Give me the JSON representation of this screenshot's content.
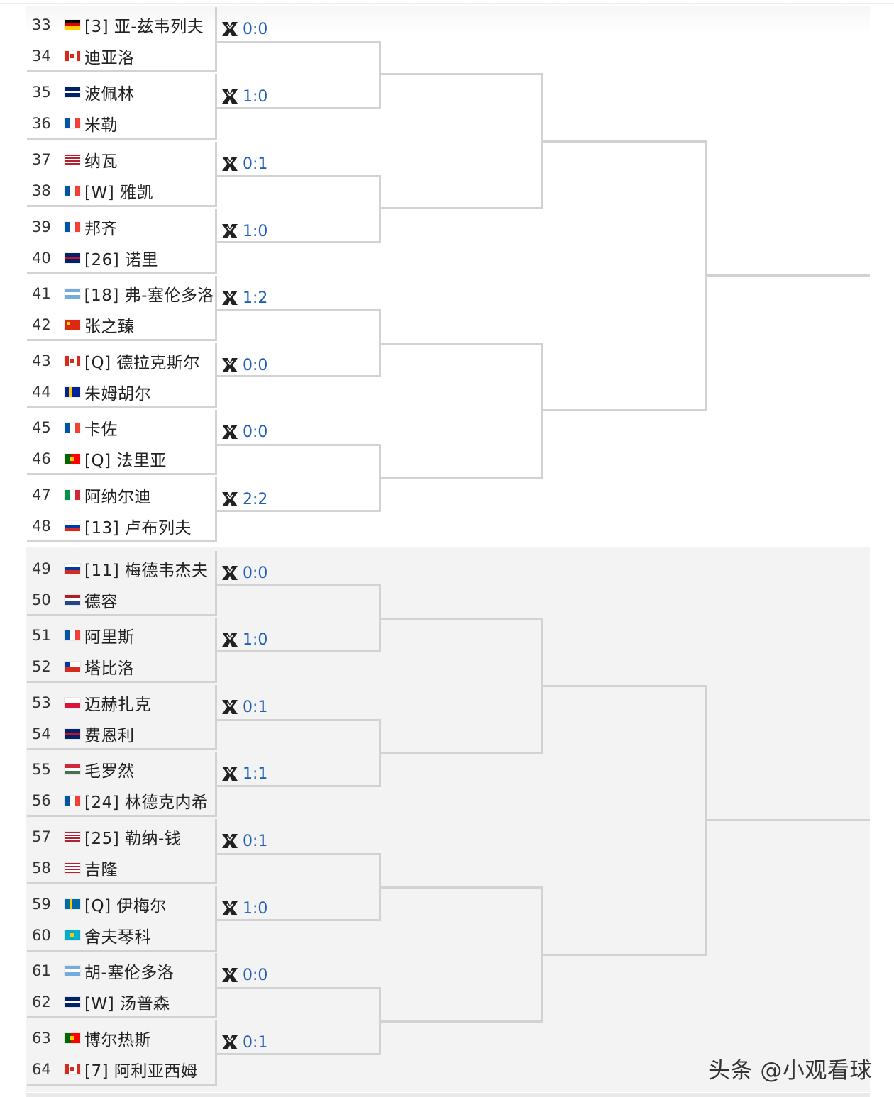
{
  "players": [
    {
      "seed_no": "33",
      "name": "[3] 亚-兹韦列夫",
      "flag": "germany"
    },
    {
      "seed_no": "34",
      "name": "迪亚洛",
      "flag": "canada"
    },
    {
      "seed_no": "35",
      "name": "波佩林",
      "flag": "australia"
    },
    {
      "seed_no": "36",
      "name": "米勒",
      "flag": "france"
    },
    {
      "seed_no": "37",
      "name": "纳瓦",
      "flag": "usa"
    },
    {
      "seed_no": "38",
      "name": "[W] 雅凯",
      "flag": "france"
    },
    {
      "seed_no": "39",
      "name": "邦齐",
      "flag": "france"
    },
    {
      "seed_no": "40",
      "name": "[26] 诺里",
      "flag": "uk"
    },
    {
      "seed_no": "41",
      "name": "[18] 弗-塞伦多洛",
      "flag": "argentina"
    },
    {
      "seed_no": "42",
      "name": "张之臻",
      "flag": "china"
    },
    {
      "seed_no": "43",
      "name": "[Q] 德拉克斯尔",
      "flag": "canada"
    },
    {
      "seed_no": "44",
      "name": "朱姆胡尔",
      "flag": "bosnia"
    },
    {
      "seed_no": "45",
      "name": "卡佐",
      "flag": "france"
    },
    {
      "seed_no": "46",
      "name": "[Q] 法里亚",
      "flag": "portugal"
    },
    {
      "seed_no": "47",
      "name": "阿纳尔迪",
      "flag": "italy"
    },
    {
      "seed_no": "48",
      "name": "[13] 卢布列夫",
      "flag": "russia"
    },
    {
      "seed_no": "49",
      "name": "[11] 梅德韦杰夫",
      "flag": "russia"
    },
    {
      "seed_no": "50",
      "name": "德容",
      "flag": "netherlands"
    },
    {
      "seed_no": "51",
      "name": "阿里斯",
      "flag": "france"
    },
    {
      "seed_no": "52",
      "name": "塔比洛",
      "flag": "chile"
    },
    {
      "seed_no": "53",
      "name": "迈赫扎克",
      "flag": "poland"
    },
    {
      "seed_no": "54",
      "name": "费恩利",
      "flag": "uk"
    },
    {
      "seed_no": "55",
      "name": "毛罗然",
      "flag": "hungary"
    },
    {
      "seed_no": "56",
      "name": "[24] 林德克内希",
      "flag": "france"
    },
    {
      "seed_no": "57",
      "name": "[25] 勒纳-钱",
      "flag": "usa"
    },
    {
      "seed_no": "58",
      "name": "吉隆",
      "flag": "usa"
    },
    {
      "seed_no": "59",
      "name": "[Q] 伊梅尔",
      "flag": "sweden"
    },
    {
      "seed_no": "60",
      "name": "舍夫琴科",
      "flag": "kazakhstan"
    },
    {
      "seed_no": "61",
      "name": "胡-塞伦多洛",
      "flag": "argentina"
    },
    {
      "seed_no": "62",
      "name": "[W] 汤普森",
      "flag": "australia"
    },
    {
      "seed_no": "63",
      "name": "博尔热斯",
      "flag": "portugal"
    },
    {
      "seed_no": "64",
      "name": "[7] 阿利亚西姆",
      "flag": "canada"
    }
  ],
  "h2h_scores": [
    "0:0",
    "1:0",
    "0:1",
    "1:0",
    "1:2",
    "0:0",
    "0:0",
    "2:2",
    "0:0",
    "1:0",
    "0:1",
    "1:1",
    "0:1",
    "1:0",
    "0:0",
    "0:1"
  ],
  "h2h_icon": "crossed-rackets-icon",
  "watermark": "头条 @小观看球",
  "colors": {
    "score_link": "#1f5fb8",
    "bracket_line": "#d2d2d2",
    "text": "#222222"
  }
}
